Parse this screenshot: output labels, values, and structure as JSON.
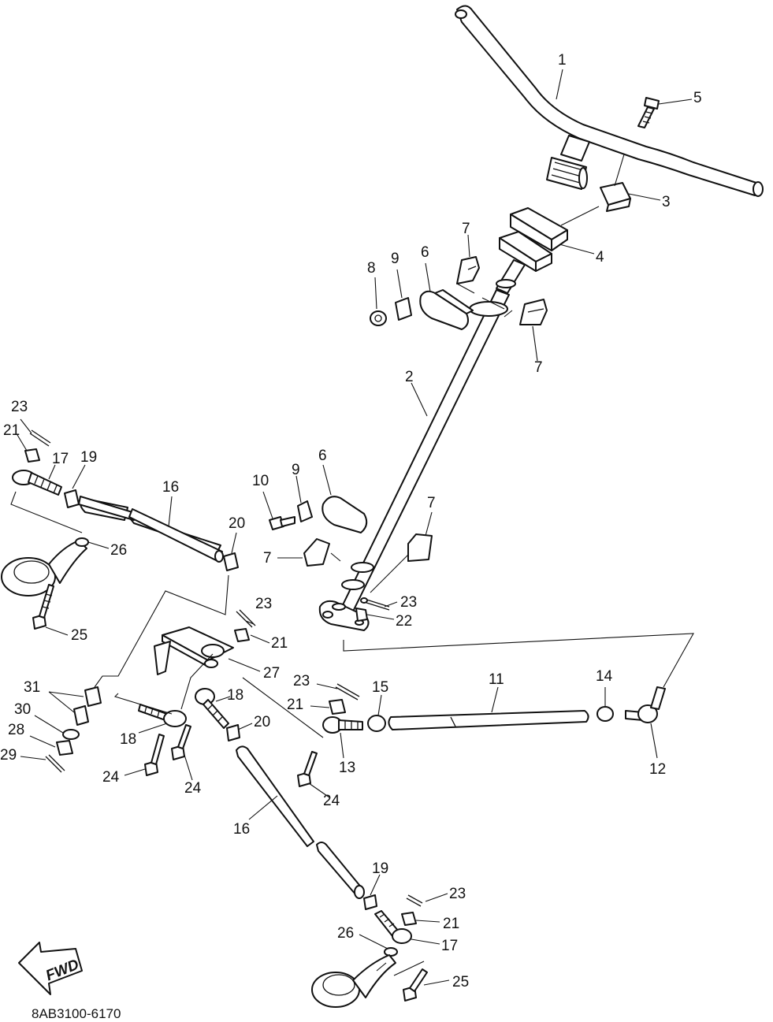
{
  "diagram": {
    "part_code": "8AB3100-6170",
    "fwd_text": "FWD",
    "callouts": [
      {
        "id": "c1",
        "text": "1"
      },
      {
        "id": "c2",
        "text": "2"
      },
      {
        "id": "c3",
        "text": "3"
      },
      {
        "id": "c4",
        "text": "4"
      },
      {
        "id": "c5",
        "text": "5"
      },
      {
        "id": "c6a",
        "text": "6"
      },
      {
        "id": "c6b",
        "text": "6"
      },
      {
        "id": "c7a",
        "text": "7"
      },
      {
        "id": "c7b",
        "text": "7"
      },
      {
        "id": "c7c",
        "text": "7"
      },
      {
        "id": "c7d",
        "text": "7"
      },
      {
        "id": "c8",
        "text": "8"
      },
      {
        "id": "c9a",
        "text": "9"
      },
      {
        "id": "c9b",
        "text": "9"
      },
      {
        "id": "c10",
        "text": "10"
      },
      {
        "id": "c11",
        "text": "11"
      },
      {
        "id": "c12",
        "text": "12"
      },
      {
        "id": "c13",
        "text": "13"
      },
      {
        "id": "c14",
        "text": "14"
      },
      {
        "id": "c15",
        "text": "15"
      },
      {
        "id": "c16a",
        "text": "16"
      },
      {
        "id": "c16b",
        "text": "16"
      },
      {
        "id": "c17a",
        "text": "17"
      },
      {
        "id": "c17b",
        "text": "17"
      },
      {
        "id": "c18a",
        "text": "18"
      },
      {
        "id": "c18b",
        "text": "18"
      },
      {
        "id": "c19a",
        "text": "19"
      },
      {
        "id": "c19b",
        "text": "19"
      },
      {
        "id": "c20a",
        "text": "20"
      },
      {
        "id": "c20b",
        "text": "20"
      },
      {
        "id": "c21a",
        "text": "21"
      },
      {
        "id": "c21b",
        "text": "21"
      },
      {
        "id": "c21c",
        "text": "21"
      },
      {
        "id": "c21d",
        "text": "21"
      },
      {
        "id": "c22",
        "text": "22"
      },
      {
        "id": "c23a",
        "text": "23"
      },
      {
        "id": "c23b",
        "text": "23"
      },
      {
        "id": "c23c",
        "text": "23"
      },
      {
        "id": "c23d",
        "text": "23"
      },
      {
        "id": "c23e",
        "text": "23"
      },
      {
        "id": "c24a",
        "text": "24"
      },
      {
        "id": "c24b",
        "text": "24"
      },
      {
        "id": "c24c",
        "text": "24"
      },
      {
        "id": "c25a",
        "text": "25"
      },
      {
        "id": "c25b",
        "text": "25"
      },
      {
        "id": "c26a",
        "text": "26"
      },
      {
        "id": "c26b",
        "text": "26"
      },
      {
        "id": "c27",
        "text": "27"
      },
      {
        "id": "c28",
        "text": "28"
      },
      {
        "id": "c29",
        "text": "29"
      },
      {
        "id": "c30",
        "text": "30"
      },
      {
        "id": "c31",
        "text": "31"
      }
    ]
  }
}
